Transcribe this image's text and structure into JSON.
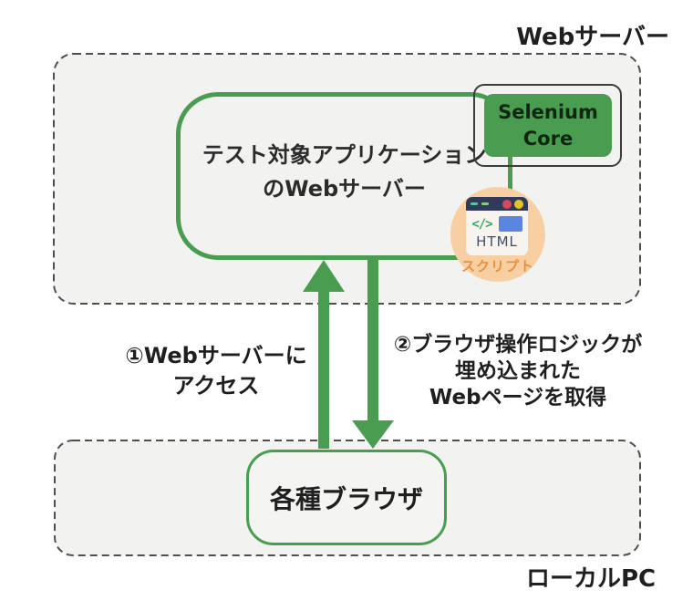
{
  "top_container": {
    "label": "Webサーバー"
  },
  "app_server_box": {
    "line1": "テスト対象アプリケーション",
    "line2": "のWebサーバー"
  },
  "selenium_box": {
    "line1": "Selenium",
    "line2": "Core"
  },
  "html_icon": {
    "code_glyph": "</>",
    "title": "HTML",
    "caption": "スクリプト"
  },
  "arrow_up_label": {
    "line1": "①Webサーバーに",
    "line2": "アクセス"
  },
  "arrow_down_label": {
    "line1": "②ブラウザ操作ロジックが",
    "line2": "埋め込まれた",
    "line3": "Webページを取得"
  },
  "browser_box": {
    "label": "各種ブラウザ"
  },
  "bottom_container": {
    "label": "ローカルPC"
  },
  "colors": {
    "green": "#4a9d50",
    "container_fill": "#f2f2f0",
    "dashed_border": "#4f4f4f",
    "selenium_text": "#0e2612",
    "icon_circle": "#f8cfa2",
    "titlebar_navy": "#303a5a",
    "blue_block": "#5b86e0",
    "script_orange": "#e8913c",
    "text_dark": "#1f1f1f"
  }
}
